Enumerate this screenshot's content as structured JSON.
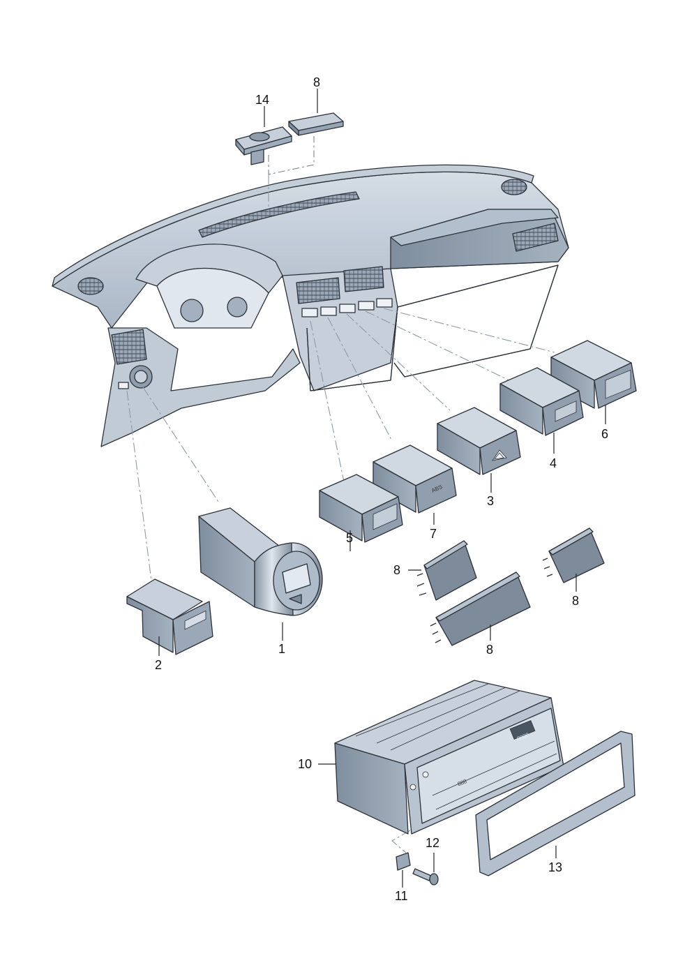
{
  "callouts": [
    {
      "id": "c14",
      "text": "14"
    },
    {
      "id": "c8a",
      "text": "8"
    },
    {
      "id": "c6",
      "text": "6"
    },
    {
      "id": "c4",
      "text": "4"
    },
    {
      "id": "c3",
      "text": "3"
    },
    {
      "id": "c7",
      "text": "7"
    },
    {
      "id": "c5",
      "text": "5"
    },
    {
      "id": "c8b",
      "text": "8"
    },
    {
      "id": "c8c",
      "text": "8"
    },
    {
      "id": "c8d",
      "text": "8"
    },
    {
      "id": "c2",
      "text": "2"
    },
    {
      "id": "c1",
      "text": "1"
    },
    {
      "id": "c10",
      "text": "10"
    },
    {
      "id": "c12",
      "text": "12"
    },
    {
      "id": "c13",
      "text": "13"
    },
    {
      "id": "c11",
      "text": "11"
    }
  ],
  "switch_faces": {
    "abs_label": "ABS",
    "display_label": "888",
    "display_readout": "8000"
  },
  "colors": {
    "part_fill": "#b9c4d0",
    "part_light": "#d3dbe4",
    "part_dark": "#8f9dac",
    "outline": "#2b3138",
    "leader": "#222222",
    "dash_line": "#8e9aa6"
  }
}
